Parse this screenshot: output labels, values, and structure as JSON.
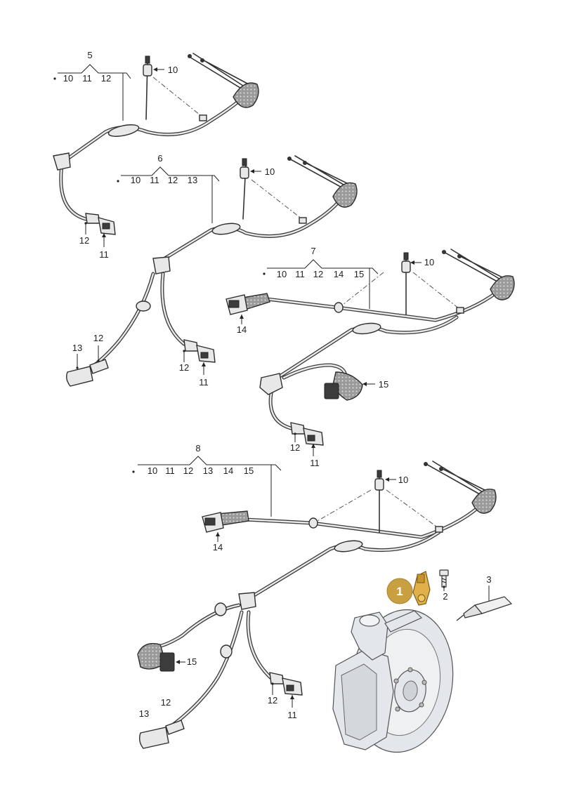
{
  "labels": {
    "n1": "1",
    "n2": "2",
    "n3": "3",
    "n5": "5",
    "n6": "6",
    "n7": "7",
    "n8": "8",
    "n10": "10",
    "n11": "11",
    "n12": "12",
    "n13": "13",
    "n14": "14",
    "n15": "15"
  },
  "colors": {
    "highlight": "#c9a041",
    "highlight_part": "#e0b14a",
    "line": "#2e2e2e",
    "background": "#ffffff"
  }
}
